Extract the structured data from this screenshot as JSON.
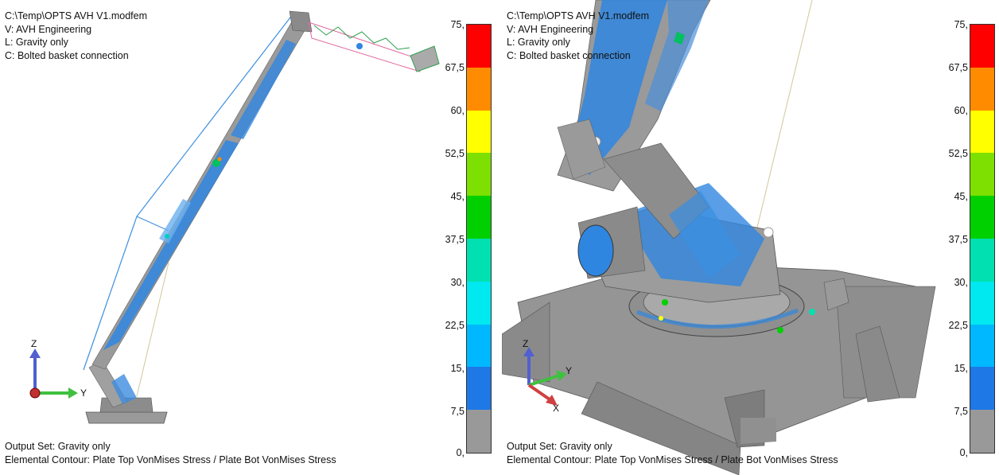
{
  "left_view": {
    "header": [
      "C:\\Temp\\OPTS AVH V1.modfem",
      "V: AVH Engineering",
      "L: Gravity only",
      "C: Bolted basket connection"
    ],
    "footer": [
      "Output Set: Gravity only",
      "Elemental Contour: Plate Top VonMises Stress / Plate Bot VonMises Stress"
    ],
    "triad": {
      "z": "Z",
      "y": "Y"
    }
  },
  "right_view": {
    "header": [
      "C:\\Temp\\OPTS AVH V1.modfem",
      "V: AVH Engineering",
      "L: Gravity only",
      "C: Bolted basket connection"
    ],
    "footer": [
      "Output Set: Gravity only",
      "Elemental Contour: Plate Top VonMises Stress / Plate Bot VonMises Stress"
    ],
    "triad": {
      "z": "Z",
      "y": "Y",
      "x": "X"
    }
  },
  "legend": {
    "labels": [
      "75,",
      "67,5",
      "60,",
      "52,5",
      "45,",
      "37,5",
      "30,",
      "22,5",
      "15,",
      "7,5",
      "0,"
    ],
    "colors": [
      "#ff0000",
      "#ff8c00",
      "#ffff00",
      "#7ee000",
      "#00d000",
      "#00e0b0",
      "#00e8f0",
      "#00b8ff",
      "#1e78e6",
      "#4a8ed8",
      "#999999"
    ]
  }
}
